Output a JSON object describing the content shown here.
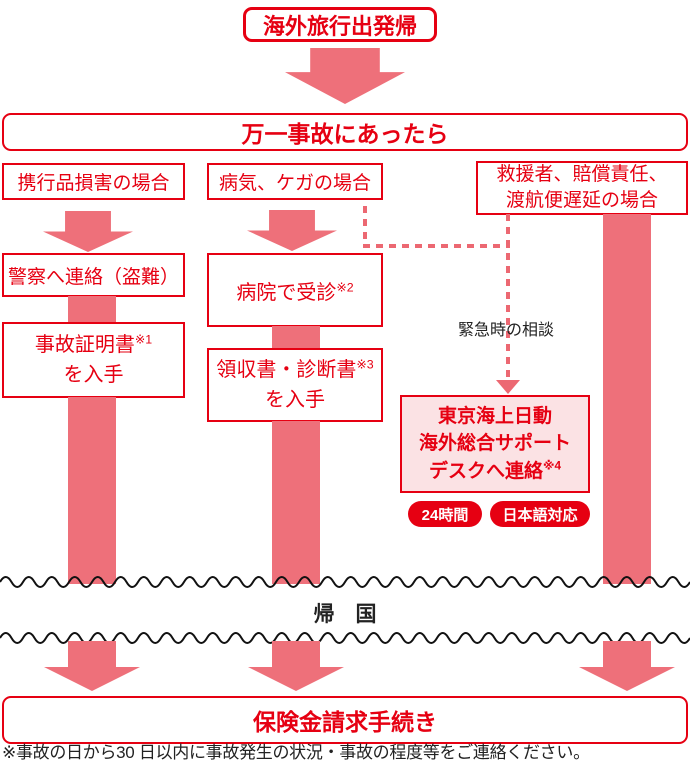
{
  "colors": {
    "accent_red": "#e60012",
    "arrow_salmon": "#ee707a",
    "dash_salmon": "#ec6872",
    "support_box_pink": "#fbe2e4",
    "text_black": "#222222"
  },
  "title": "海外旅行出発帰",
  "banner": "万一事故にあったら",
  "columns": {
    "left": {
      "header": "携行品損害の場合",
      "step1": "警察へ連絡（盗難）",
      "step2_line1": "事故証明書",
      "step2_sup": "※1",
      "step2_line2": "を入手"
    },
    "middle": {
      "header": "病気、ケガの場合",
      "step1": "病院で受診",
      "step1_sup": "※2",
      "step2_line1": "領収書・診断書",
      "step2_sup": "※3",
      "step2_line2": "を入手"
    },
    "right": {
      "header_line1": "救援者、賠償責任、",
      "header_line2": "渡航便遅延の場合"
    }
  },
  "emergency": {
    "label": "緊急時の相談",
    "box_line1": "東京海上日動",
    "box_line2": "海外総合サポート",
    "box_line3": "デスクへ連絡",
    "box_sup": "※4",
    "badge1": "24時間",
    "badge2": "日本語対応"
  },
  "return_label": "帰　国",
  "final_box": "保険金請求手続き",
  "footnote": "※事故の日から30 日以内に事故発生の状況・事故の程度等をご連絡ください。"
}
